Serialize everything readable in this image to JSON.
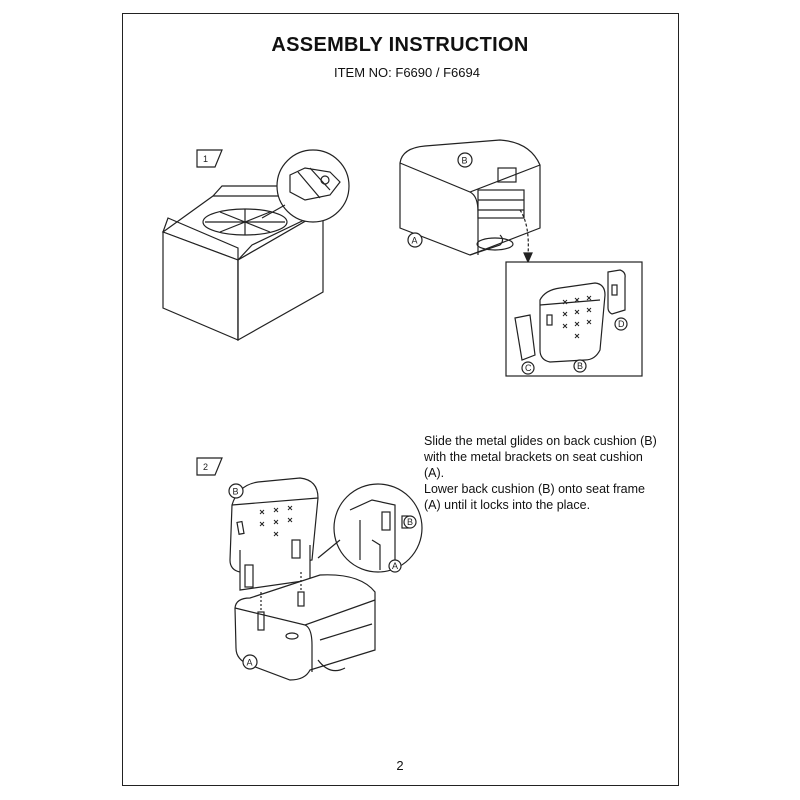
{
  "header": {
    "title": "ASSEMBLY INSTRUCTION",
    "item_no": "ITEM NO: F6690 / F6694"
  },
  "steps": [
    {
      "number": "1"
    },
    {
      "number": "2"
    }
  ],
  "part_labels": {
    "a": "A",
    "b": "B",
    "c": "C",
    "d": "D"
  },
  "instructions": {
    "line1": "Slide the metal glides on back cushion (B) with the metal brackets on seat cushion (A).",
    "line2": "Lower back cushion (B) onto seat frame (A) until it locks into the place."
  },
  "footer": {
    "page_number": "2"
  }
}
